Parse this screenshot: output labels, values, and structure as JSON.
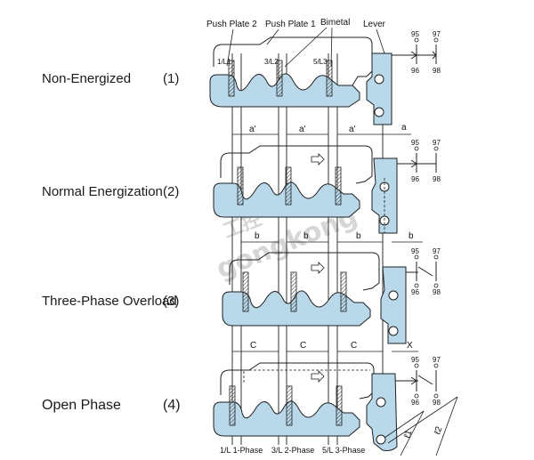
{
  "stages": [
    {
      "label": "Non-Energized",
      "num": "(1)"
    },
    {
      "label": "Normal Energization",
      "num": "(2)"
    },
    {
      "label": "Three-Phase Overload",
      "num": "(3)"
    },
    {
      "label": "Open Phase",
      "num": "(4)"
    }
  ],
  "top_labels": {
    "push_plate_2": "Push Plate 2",
    "push_plate_1": "Push Plate 1",
    "bimetal": "Bimetal",
    "lever": "Lever"
  },
  "terminals": {
    "l1": "1/L1",
    "l2": "3/L2",
    "l3": "5/L3"
  },
  "contacts": {
    "c95": "95",
    "c96": "96",
    "c97": "97",
    "c98": "98"
  },
  "dims": {
    "a_prime": "a'",
    "a": "a",
    "b": "b",
    "c": "C",
    "x": "X",
    "l1": "ℓ1",
    "l2": "ℓ2"
  },
  "bottom_labels": {
    "p1": "1/L 1-Phase",
    "p2": "3/L 2-Phase",
    "p3": "5/L 3-Phase"
  },
  "watermark": {
    "line1": "工控",
    "line2": "gongkong"
  },
  "colors": {
    "plate_fill": "#b9d9ea",
    "stroke": "#1f1f1f",
    "hatch": "#333333"
  }
}
